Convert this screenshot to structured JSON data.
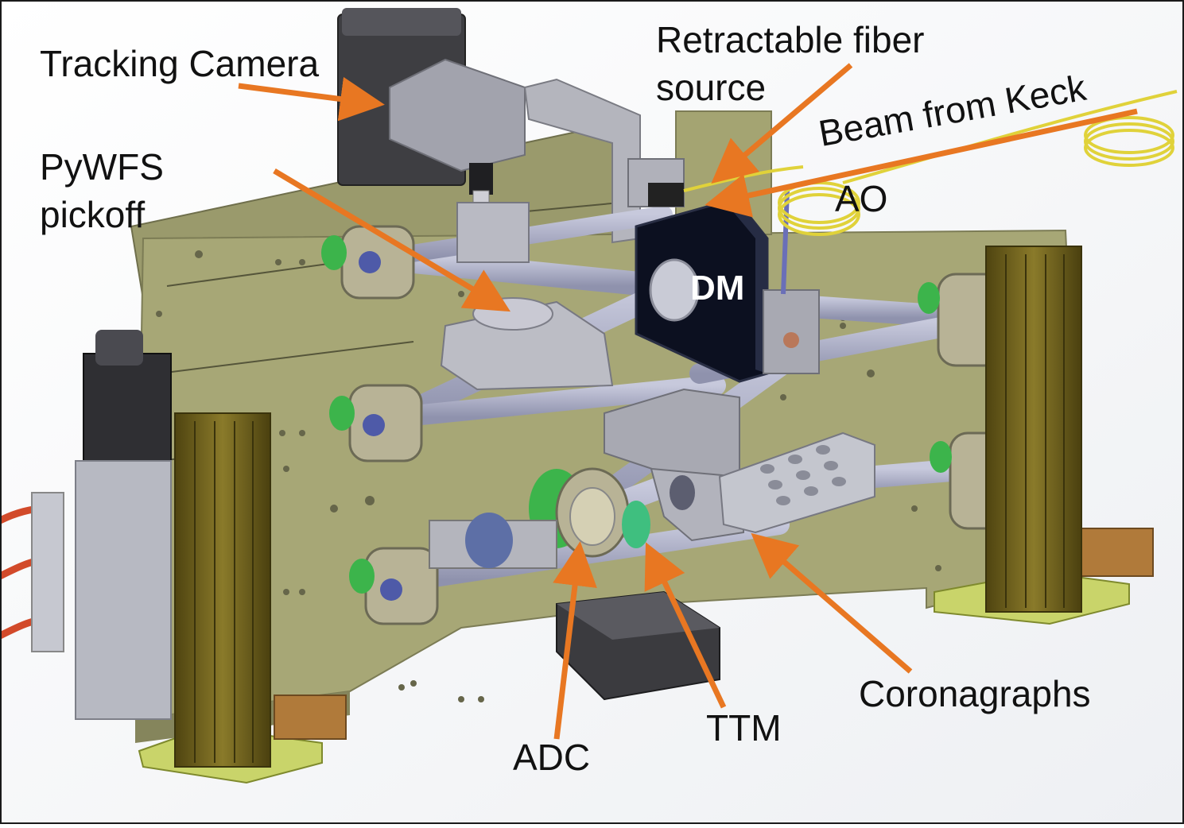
{
  "labels": {
    "tracking_camera": "Tracking Camera",
    "fiber_source_line1": "Retractable fiber",
    "fiber_source_line2": "source",
    "beam_line1": "Beam from Keck",
    "beam_line2": "AO",
    "pywfs_line1": "PyWFS",
    "pywfs_line2": "pickoff",
    "dm": "DM",
    "coronagraphs": "Coronagraphs",
    "ttm": "TTM",
    "adc": "ADC"
  },
  "colors": {
    "arrow": "#e87722",
    "plate": "#a7a776",
    "plate_edge": "#7c7c55",
    "rod": "#a9abc4",
    "metal": "#b4b5bd",
    "dark": "#3a3a3e",
    "post": "#6b5d1c",
    "foot": "#c9d46a",
    "bronze": "#b07a3a",
    "green": "#3cb44b",
    "fiber": "#e0d23a",
    "cable": "#d24a2a",
    "dm_face": "#0c1020"
  }
}
